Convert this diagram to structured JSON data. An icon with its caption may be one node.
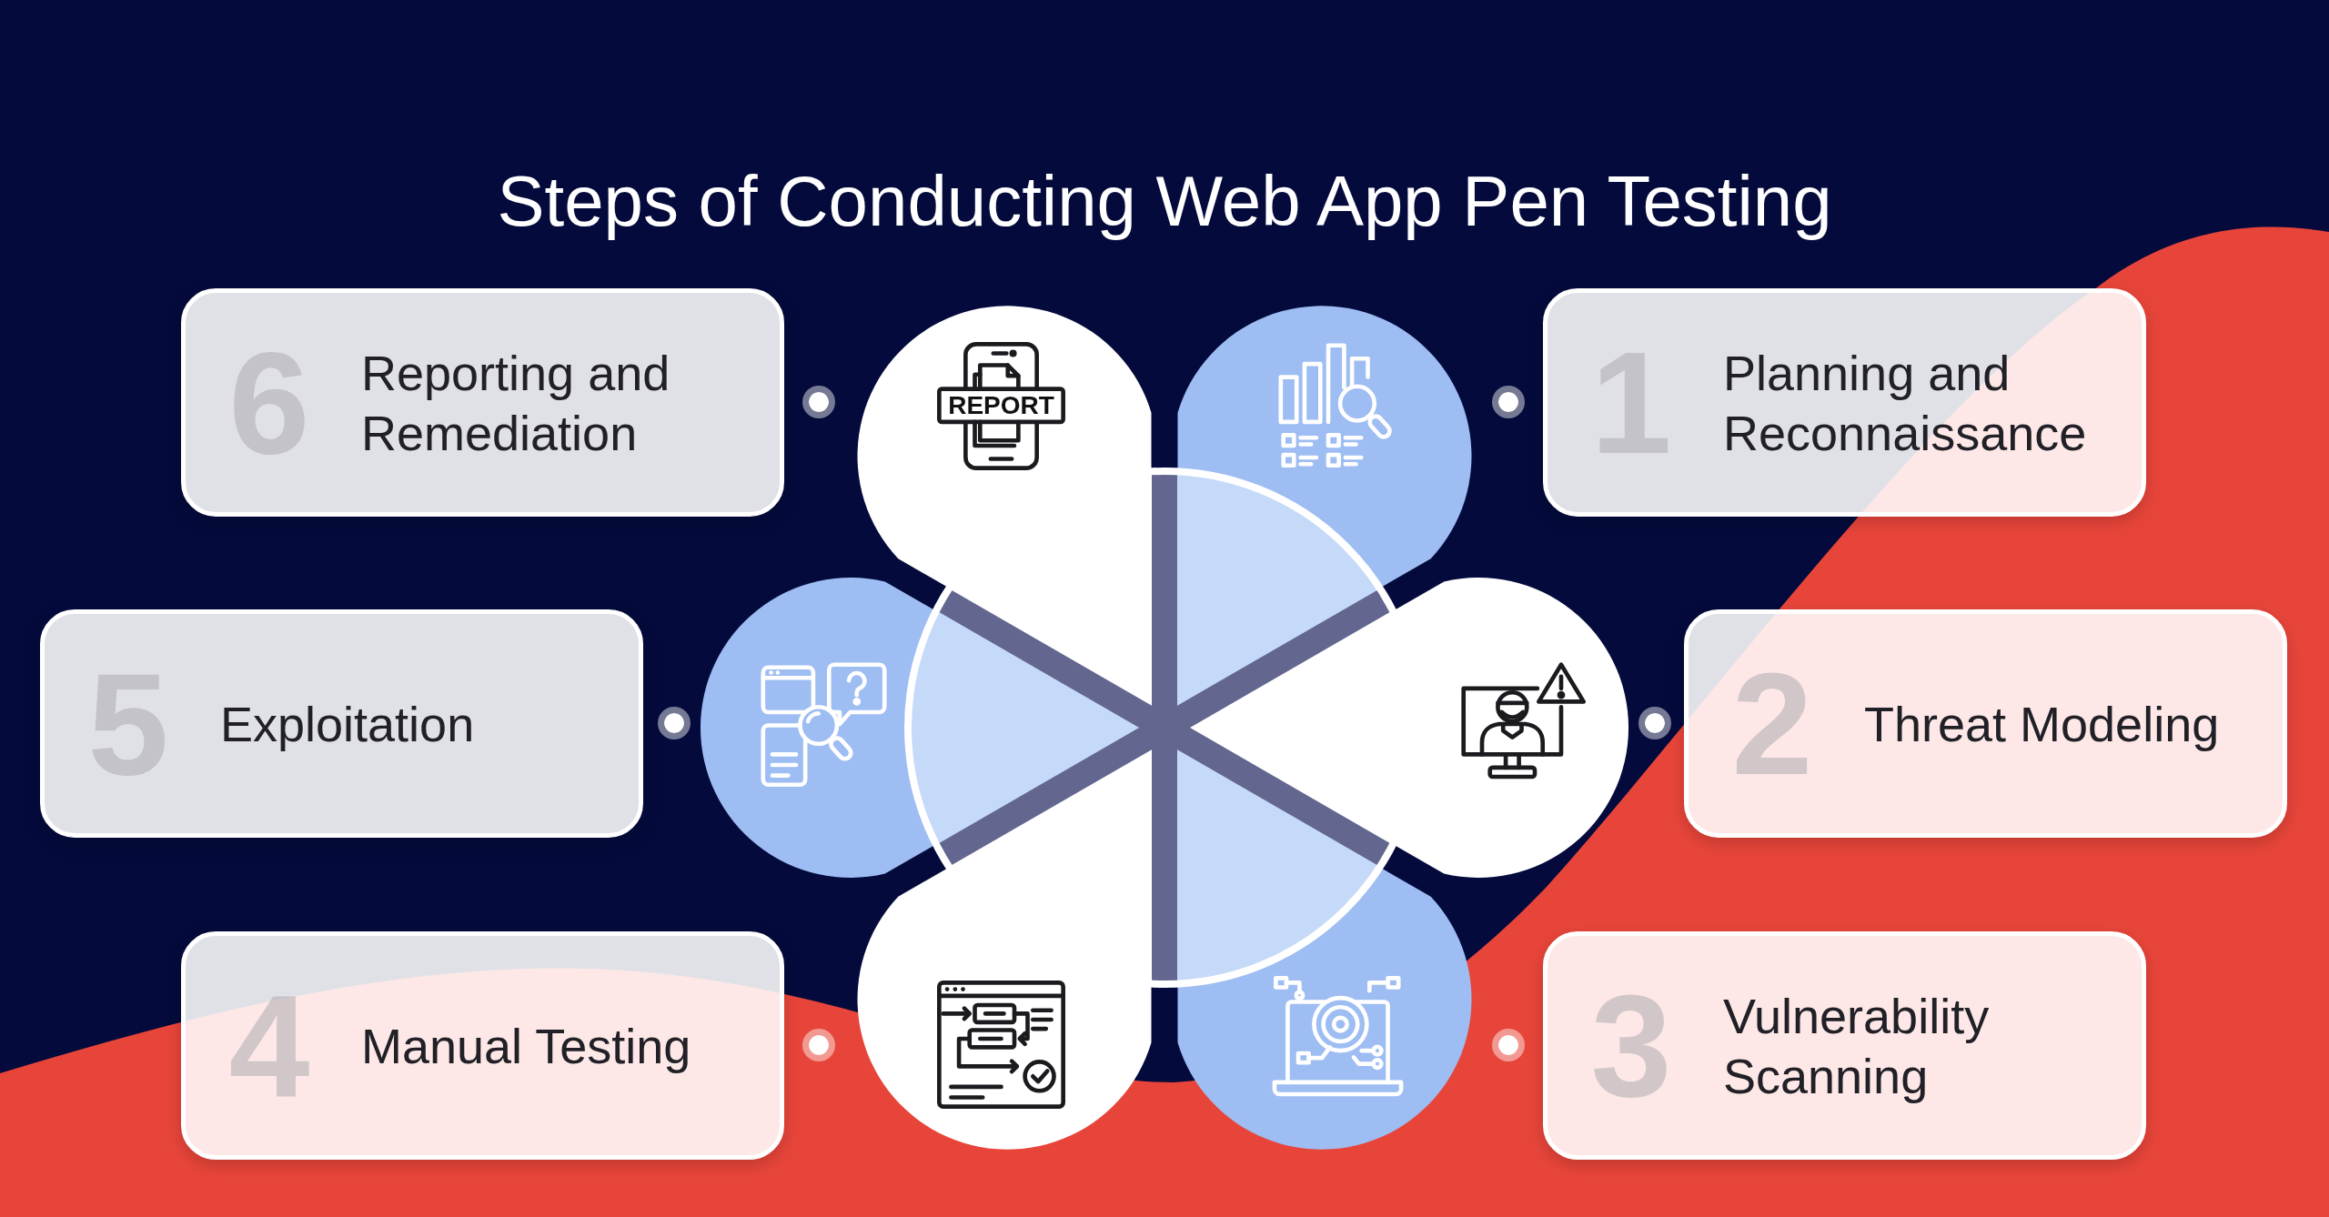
{
  "diagram": {
    "title": "Steps of Conducting Web App Pen Testing",
    "nodes": [
      {
        "text": [
          "1",
          "Planning and Reconnaissance"
        ]
      },
      {
        "text": [
          "2",
          "Threat Modeling"
        ]
      },
      {
        "text": [
          "3",
          "Vulnerability Scanning"
        ]
      },
      {
        "text": [
          "4",
          "Manual Testing"
        ]
      },
      {
        "text": [
          "5",
          "Exploitation"
        ]
      },
      {
        "text": [
          "6",
          "Reporting and Remediation"
        ]
      }
    ],
    "labels": [
      "REPORT"
    ]
  }
}
